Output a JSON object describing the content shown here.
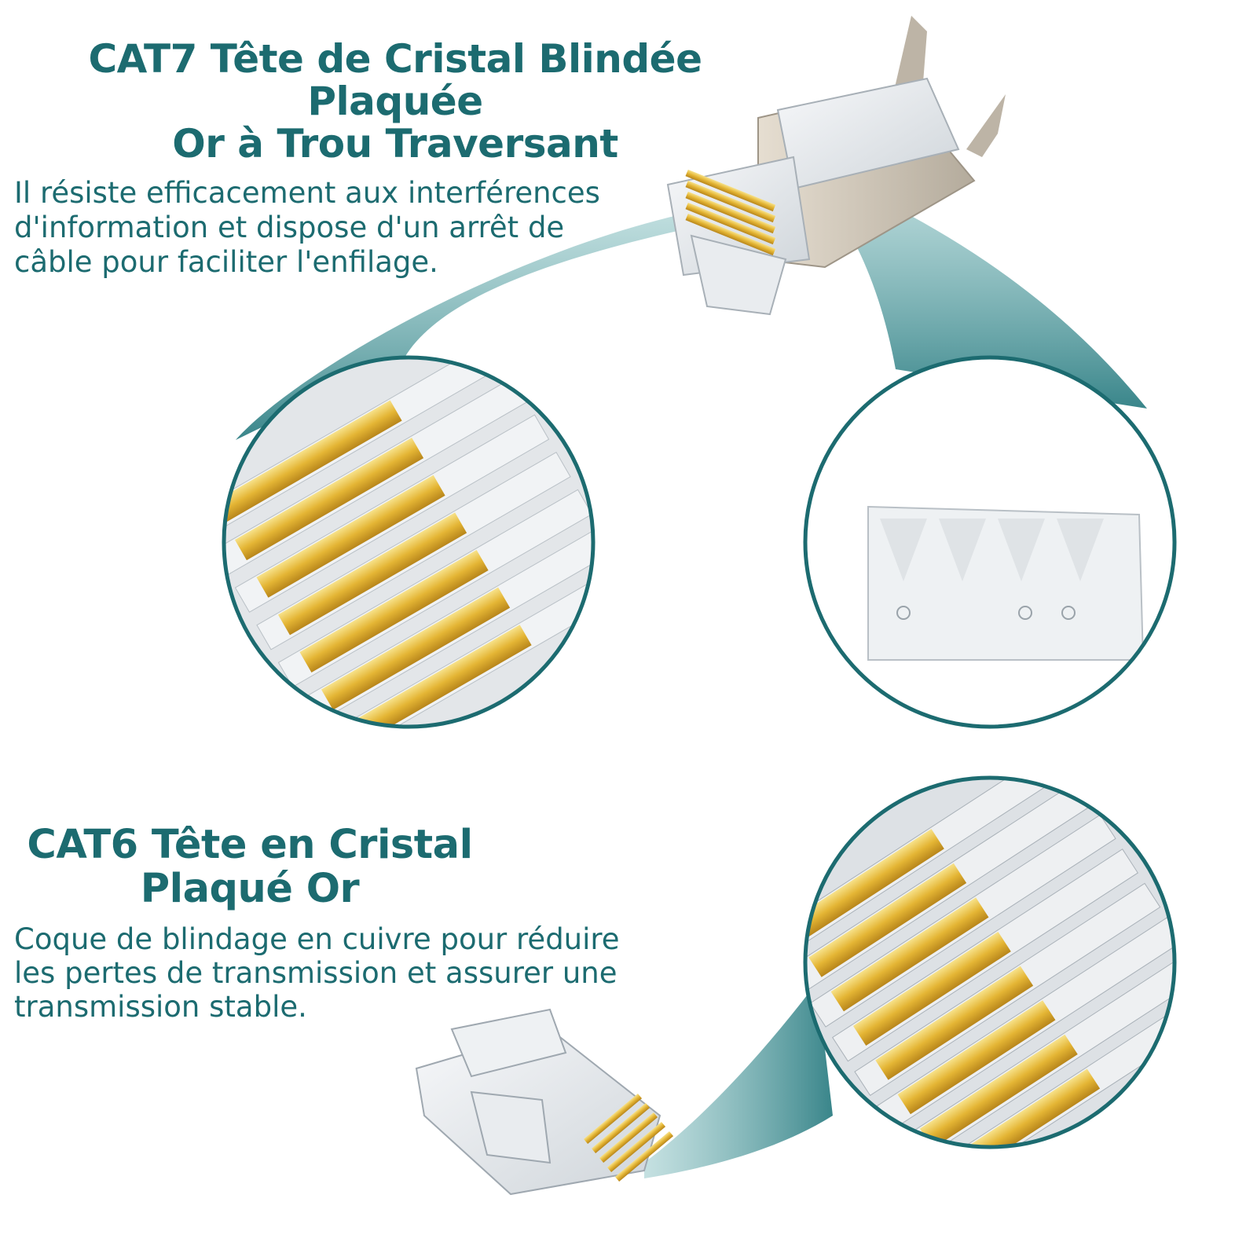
{
  "colors": {
    "accent": "#1c6b70",
    "beam": "#5a9ea0",
    "gold": "#e2b42c",
    "gold_light": "#f6de7a",
    "plastic": "#e6e9ec",
    "shield": "#cfc7ba"
  },
  "cat7": {
    "title_line1": "CAT7 Tête de Cristal Blindée Plaquée",
    "title_line2": "Or à Trou Traversant",
    "desc_line1": "Il résiste efficacement aux interférences",
    "desc_line2": "d'information et dispose d'un arrêt de",
    "desc_line3": "câble pour faciliter l'enfilage."
  },
  "cat6": {
    "title_line1": "CAT6 Tête en Cristal",
    "title_line2": "Plaqué Or",
    "desc_line1": "Coque de blindage en cuivre pour réduire",
    "desc_line2": "les pertes de transmission et assurer une",
    "desc_line3": "transmission stable."
  },
  "icons": {
    "cat7_connector": "cat7-shielded-rj45-connector-icon",
    "cat6_connector": "cat6-rj45-connector-icon",
    "contacts_zoom": "gold-contacts-zoom-icon",
    "load_bar_zoom": "cable-load-bar-zoom-icon"
  }
}
